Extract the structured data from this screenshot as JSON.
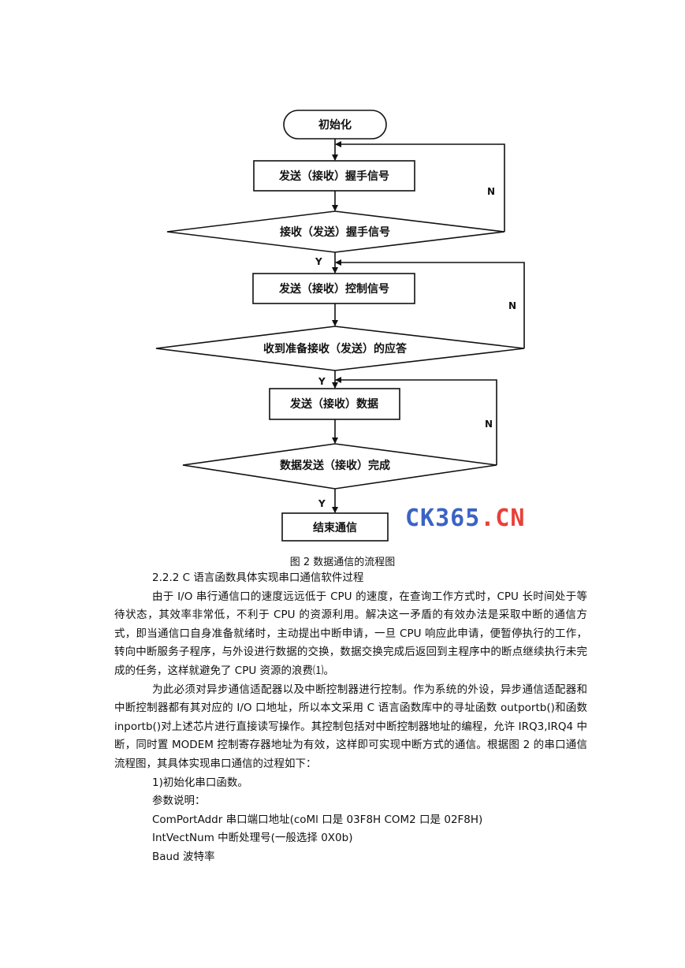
{
  "flowchart": {
    "start": "初始化",
    "step1": "发送（接收）握手信号",
    "decision1": "接收（发送）握手信号",
    "step2": "发送（接收）控制信号",
    "decision2": "收到准备接收（发送）的应答",
    "step3": "发送（接收）数据",
    "decision3": "数据发送（接收）完成",
    "end": "结束通信",
    "yes": "Y",
    "no": "N"
  },
  "watermark": {
    "ck": "CK365",
    "dot": ".",
    "cn": "CN"
  },
  "caption": "图 2 数据通信的流程图",
  "body": {
    "heading": "2.2.2 C 语言函数具体实现串口通信软件过程",
    "para1": "由于 I/O 串行通信口的速度远远低于 CPU 的速度，在查询工作方式时，CPU 长时间处于等待状态，其效率非常低，不利于 CPU 的资源利用。解决这一矛盾的有效办法是采取中断的通信方式，即当通信口自身准备就绪时，主动提出中断申请，一旦 CPU 响应此申请，便暂停执行的工作，转向中断服务子程序，与外设进行数据的交换，数据交换完成后返回到主程序中的断点继续执行未完成的任务，这样就避免了 CPU 资源的浪费⑴。",
    "para2": "为此必须对异步通信适配器以及中断控制器进行控制。作为系统的外设，异步通信适配器和中断控制器都有其对应的 I/O 口地址，所以本文采用 C 语言函数库中的寻址函数 outportb()和函数 inportb()对上述芯片进行直接读写操作。其控制包括对中断控制器地址的编程，允许 IRQ3,IRQ4 中断，同时置 MODEM 控制寄存器地址为有效，这样即可实现中断方式的通信。根据图 2 的串口通信流程图，其具体实现串口通信的过程如下：",
    "item1": "1)初始化串口函数。",
    "params": "参数说明：",
    "p1": "ComPortAddr  串口端口地址(coMl 口是 03F8H COM2 口是 02F8H)",
    "p2": "IntVectNum  中断处理号(一般选择 0X0b)",
    "p3": "Baud  波特率"
  }
}
